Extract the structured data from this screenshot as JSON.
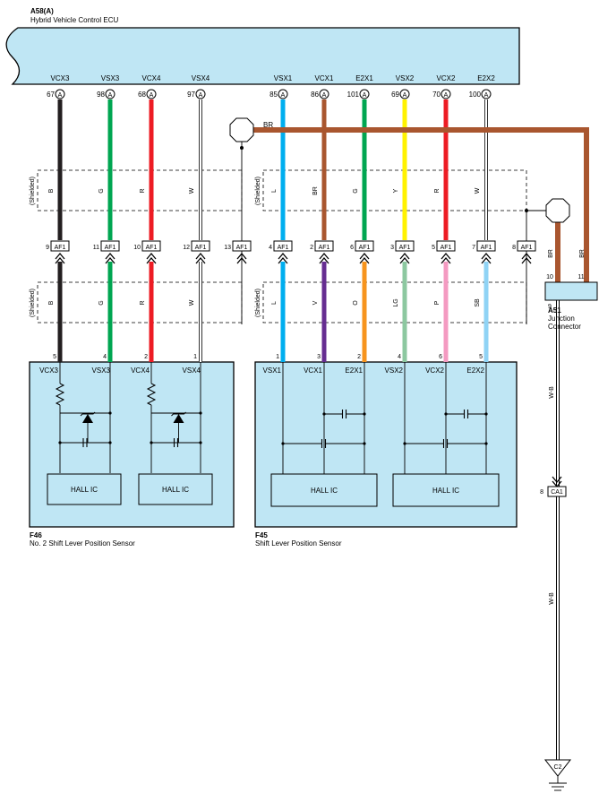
{
  "ecu": {
    "code": "A58(A)",
    "name": "Hybrid Vehicle Control ECU",
    "connector_badge": "A",
    "pins": [
      {
        "label": "VCX3",
        "pin": "67"
      },
      {
        "label": "VSX3",
        "pin": "98"
      },
      {
        "label": "VCX4",
        "pin": "68"
      },
      {
        "label": "VSX4",
        "pin": "97"
      },
      {
        "label": "VSX1",
        "pin": "85"
      },
      {
        "label": "VCX1",
        "pin": "86"
      },
      {
        "label": "E2X1",
        "pin": "101"
      },
      {
        "label": "VSX2",
        "pin": "69"
      },
      {
        "label": "VCX2",
        "pin": "70"
      },
      {
        "label": "E2X2",
        "pin": "100"
      }
    ]
  },
  "upper_wires": {
    "colors": [
      "B",
      "G",
      "R",
      "W",
      "L",
      "BR",
      "G",
      "Y",
      "R",
      "W"
    ],
    "shield_label": "(Shielded)"
  },
  "ground_top": {
    "wire_label": "BR"
  },
  "af1": {
    "name": "AF1",
    "pins": [
      "9",
      "11",
      "10",
      "12",
      "13",
      "4",
      "2",
      "6",
      "3",
      "5",
      "7",
      "8"
    ]
  },
  "lower_wires": {
    "colors": [
      "B",
      "G",
      "R",
      "W",
      "L",
      "V",
      "O",
      "LG",
      "P",
      "SB"
    ],
    "shield_label": "(Shielded)"
  },
  "f46": {
    "code": "F46",
    "name": "No. 2 Shift Lever Position Sensor",
    "pins": [
      {
        "label": "VCX3",
        "pin": "5"
      },
      {
        "label": "VSX3",
        "pin": "4"
      },
      {
        "label": "VCX4",
        "pin": "2"
      },
      {
        "label": "VSX4",
        "pin": "1"
      }
    ],
    "ic_labels": [
      "HALL IC",
      "HALL IC"
    ]
  },
  "f45": {
    "code": "F45",
    "name": "Shift Lever Position Sensor",
    "pins": [
      {
        "label": "VSX1",
        "pin": "1"
      },
      {
        "label": "VCX1",
        "pin": "3"
      },
      {
        "label": "E2X1",
        "pin": "2"
      },
      {
        "label": "VSX2",
        "pin": "4"
      },
      {
        "label": "VCX2",
        "pin": "6"
      },
      {
        "label": "E2X2",
        "pin": "5"
      }
    ],
    "ic_labels": [
      "HALL IC",
      "HALL IC"
    ]
  },
  "junction": {
    "code": "A51",
    "name_line1": "Junction",
    "name_line2": "Connector",
    "pins": [
      "10",
      "11",
      "9"
    ],
    "wire_labels": [
      "BR",
      "BR"
    ]
  },
  "ground_wire": {
    "label_upper": "W-B",
    "label_lower": "W-B",
    "ca1_name": "CA1",
    "ca1_pin": "8",
    "ground_point": "C2"
  },
  "colors": {
    "black": "#231f20",
    "green": "#00a651",
    "red": "#ed1c24",
    "white_wire": "#ffffff",
    "blue": "#00aeef",
    "brown": "#a9562f",
    "yellow": "#fff200",
    "violet": "#662d91",
    "orange": "#f7941d",
    "light_green": "#8dc8a0",
    "pink": "#f49ac1",
    "sky_blue": "#8fd3f5",
    "box_fill": "#bfe6f4"
  }
}
